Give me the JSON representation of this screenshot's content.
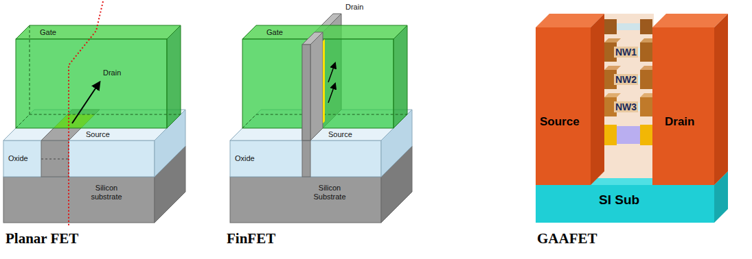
{
  "diagram": {
    "labels": [
      "Gate",
      "Drain",
      "Source",
      "Oxide",
      "Silicon substrate",
      "Drain",
      "Gate",
      "Source",
      "Oxide",
      "Silicon Substrate",
      "NW1",
      "NW2",
      "NW3",
      "Source",
      "Drain",
      "SI Sub",
      "Planar FET",
      "FinFET",
      "GAAFET"
    ]
  }
}
